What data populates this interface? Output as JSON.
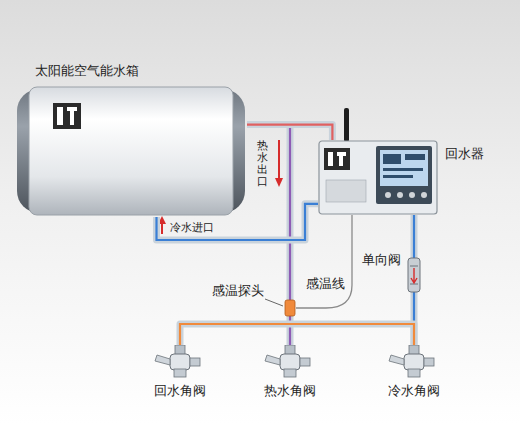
{
  "diagram": {
    "nodes": [
      {
        "text": [
          "太阳能空气能水箱"
        ]
      },
      {
        "text": [
          "回水器"
        ]
      },
      {
        "text": [
          "回水角阀"
        ]
      },
      {
        "text": [
          "热水角阀"
        ]
      },
      {
        "text": [
          "冷水角阀"
        ]
      }
    ],
    "edges": [
      {
        "from": 0,
        "to": 3,
        "arrow": "none"
      },
      {
        "from": 0,
        "to": 1,
        "arrow": "none"
      },
      {
        "from": 1,
        "to": 0,
        "arrow": "none"
      },
      {
        "from": 1,
        "to": 4,
        "arrow": "none"
      },
      {
        "from": 2,
        "to": 4,
        "arrow": "none"
      }
    ],
    "labels": [
      "热水出口",
      "冷水进口",
      "感温探头",
      "感温线",
      "单向阀"
    ]
  }
}
